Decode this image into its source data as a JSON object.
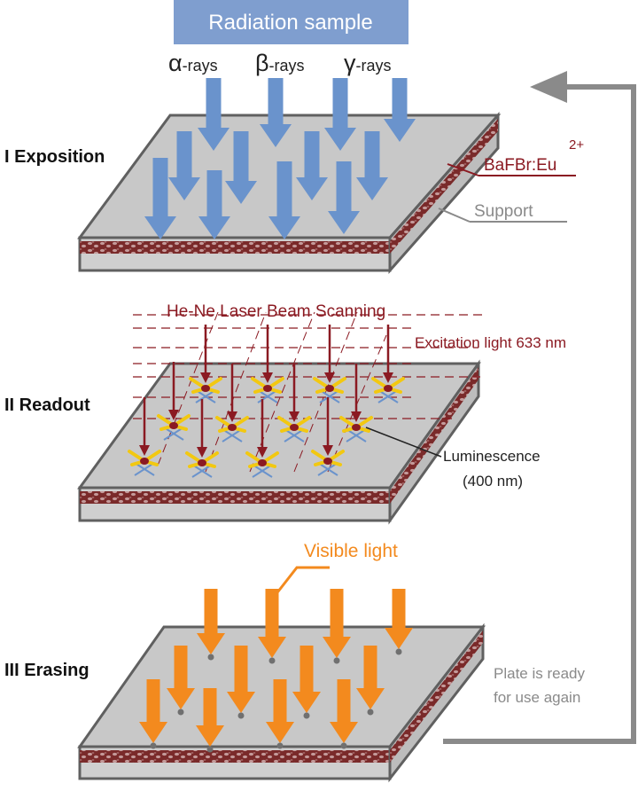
{
  "header": {
    "title": "Radiation sample"
  },
  "radiation_labels": [
    {
      "symbol": "α",
      "suffix": "-rays"
    },
    {
      "symbol": "β",
      "suffix": "-rays"
    },
    {
      "symbol": "γ",
      "suffix": "-rays"
    }
  ],
  "stages": {
    "exposition": "I Exposition",
    "readout": "II Readout",
    "erasing": "III Erasing"
  },
  "labels": {
    "phosphor_base": "BaFBr:Eu",
    "phosphor_sup": "2+",
    "support": "Support",
    "laser": "He-Ne Laser Beam Scanning",
    "excitation": "Excitation light 633 nm",
    "luminescence_line1": "Luminescence",
    "luminescence_line2": "(400 nm)",
    "visible_light": "Visible light",
    "ready_line1": "Plate is ready",
    "ready_line2": "for use again"
  },
  "colors": {
    "title_box": "#7f9ecf",
    "blue_arrow": "#6a93cc",
    "dark_red": "#8b1a22",
    "orange": "#f38a1e",
    "plate_top": "#c8c8c8",
    "plate_edge": "#606060",
    "gray_text": "#8a8a8a",
    "return_arrow": "#8a8a8a"
  }
}
